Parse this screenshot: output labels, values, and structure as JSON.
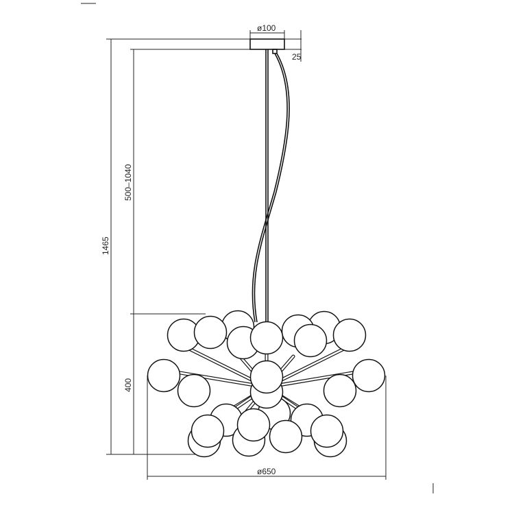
{
  "drawing": {
    "dimensions": {
      "canopy_diameter": "ø100",
      "canopy_height": "25",
      "total_height": "1465",
      "suspension_range": "500–1040",
      "body_height": "400",
      "body_diameter": "ø650"
    }
  }
}
